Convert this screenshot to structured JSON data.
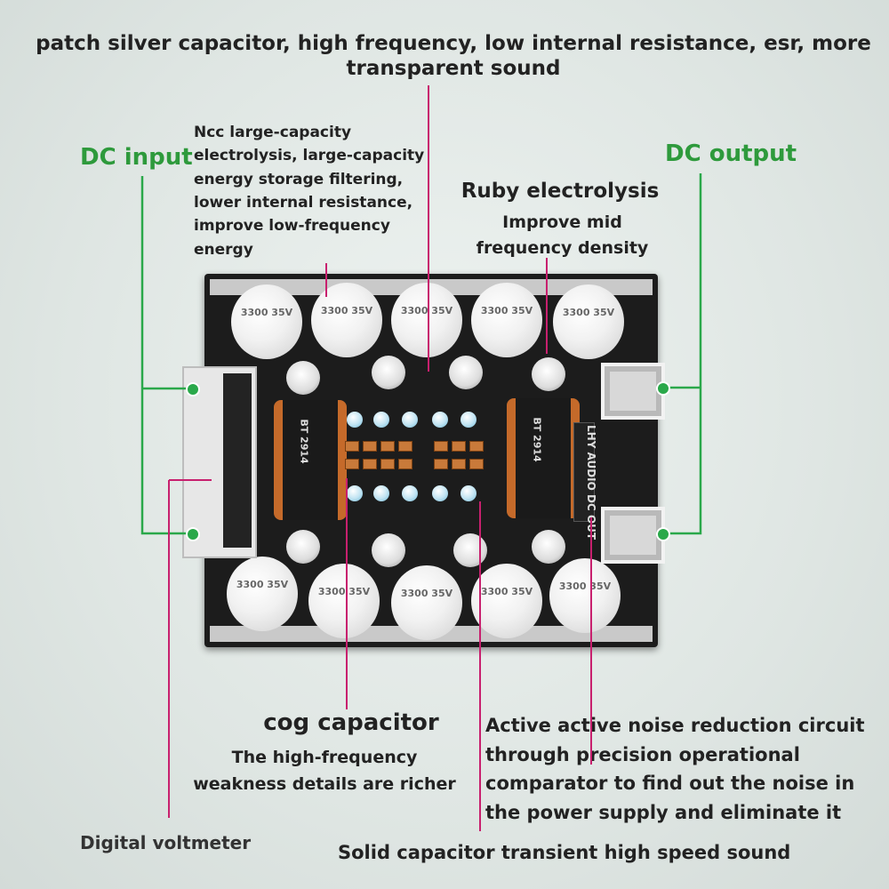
{
  "title": "patch silver capacitor, high frequency, low internal resistance, esr, more transparent sound",
  "dc_input": "DC input",
  "dc_output": "DC output",
  "ncc_text": "Ncc large-capacity electrolysis, large-capacity energy storage filtering, lower internal resistance, improve low-frequency energy",
  "ruby_title": "Ruby electrolysis",
  "ruby_subtitle": "Improve mid frequency density",
  "cog_title": "cog capacitor",
  "cog_subtitle": "The high-frequency weakness details are richer",
  "active_text": "Active active noise reduction circuit through precision operational comparator to find out the noise in the power supply and eliminate it",
  "voltmeter_label": "Digital voltmeter",
  "solid_text": "Solid capacitor transient high speed sound",
  "board": {
    "cap_label": "3300 35V",
    "inductor_label": "BT 2914",
    "brand": "LHY AUDIO DC OUT"
  },
  "colors": {
    "green": "#2e9a3c",
    "pointer_magenta": "#c8206e",
    "green_line": "#2aa84a"
  }
}
